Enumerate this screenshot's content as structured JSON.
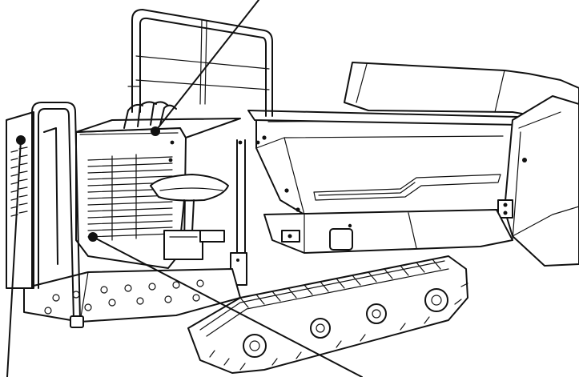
{
  "figure": {
    "subject": "tracked-dumper-line-drawing",
    "ink_color": "#111111",
    "background": "#ffffff"
  },
  "callouts": [
    {
      "name": "callout-engine-hood-top",
      "marker": "dot"
    },
    {
      "name": "callout-handlebar-left",
      "marker": "dot"
    },
    {
      "name": "callout-engine-grille",
      "marker": "dot"
    }
  ]
}
